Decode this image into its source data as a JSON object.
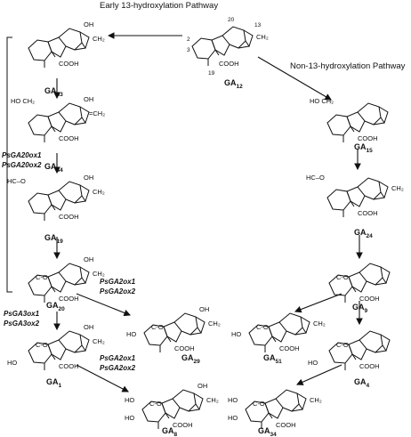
{
  "pathways": {
    "early": "Early 13-hydroxylation Pathway",
    "non": "Non-13-hydroxylation Pathway"
  },
  "enzymes": {
    "ox20_1": "PsGA20ox1",
    "ox20_2": "PsGA20ox2",
    "ox3_1": "PsGA3ox1",
    "ox3_2": "PsGA3ox2",
    "ox2_1": "PsGA2ox1",
    "ox2_2": "PsGA2ox2"
  },
  "compounds": [
    {
      "id": "ga53",
      "main": "GA",
      "sub": "53"
    },
    {
      "id": "ga12",
      "main": "GA",
      "sub": "12"
    },
    {
      "id": "ga44",
      "main": "GA",
      "sub": "44"
    },
    {
      "id": "ga15",
      "main": "GA",
      "sub": "15"
    },
    {
      "id": "ga19",
      "main": "GA",
      "sub": "19"
    },
    {
      "id": "ga24",
      "main": "GA",
      "sub": "24"
    },
    {
      "id": "ga20",
      "main": "GA",
      "sub": "20"
    },
    {
      "id": "ga29",
      "main": "GA",
      "sub": "29"
    },
    {
      "id": "ga9",
      "main": "GA",
      "sub": "9"
    },
    {
      "id": "ga51",
      "main": "GA",
      "sub": "51"
    },
    {
      "id": "ga4",
      "main": "GA",
      "sub": "4"
    },
    {
      "id": "ga1",
      "main": "GA",
      "sub": "1"
    },
    {
      "id": "ga8",
      "main": "GA",
      "sub": "8"
    },
    {
      "id": "ga34",
      "main": "GA",
      "sub": "34"
    }
  ],
  "groups": {
    "cooh": "COOH",
    "oh": "OH",
    "ho": "HO",
    "ch2": "CH₂",
    "eq_ch2": "=CH₂",
    "ho_ch2": "HO CH₂",
    "hc_o": "HC–O",
    "co_o": "C-O"
  },
  "carbon_numbers": {
    "c2": "2",
    "c3": "3",
    "c19": "19",
    "c20": "20",
    "c13": "13"
  }
}
